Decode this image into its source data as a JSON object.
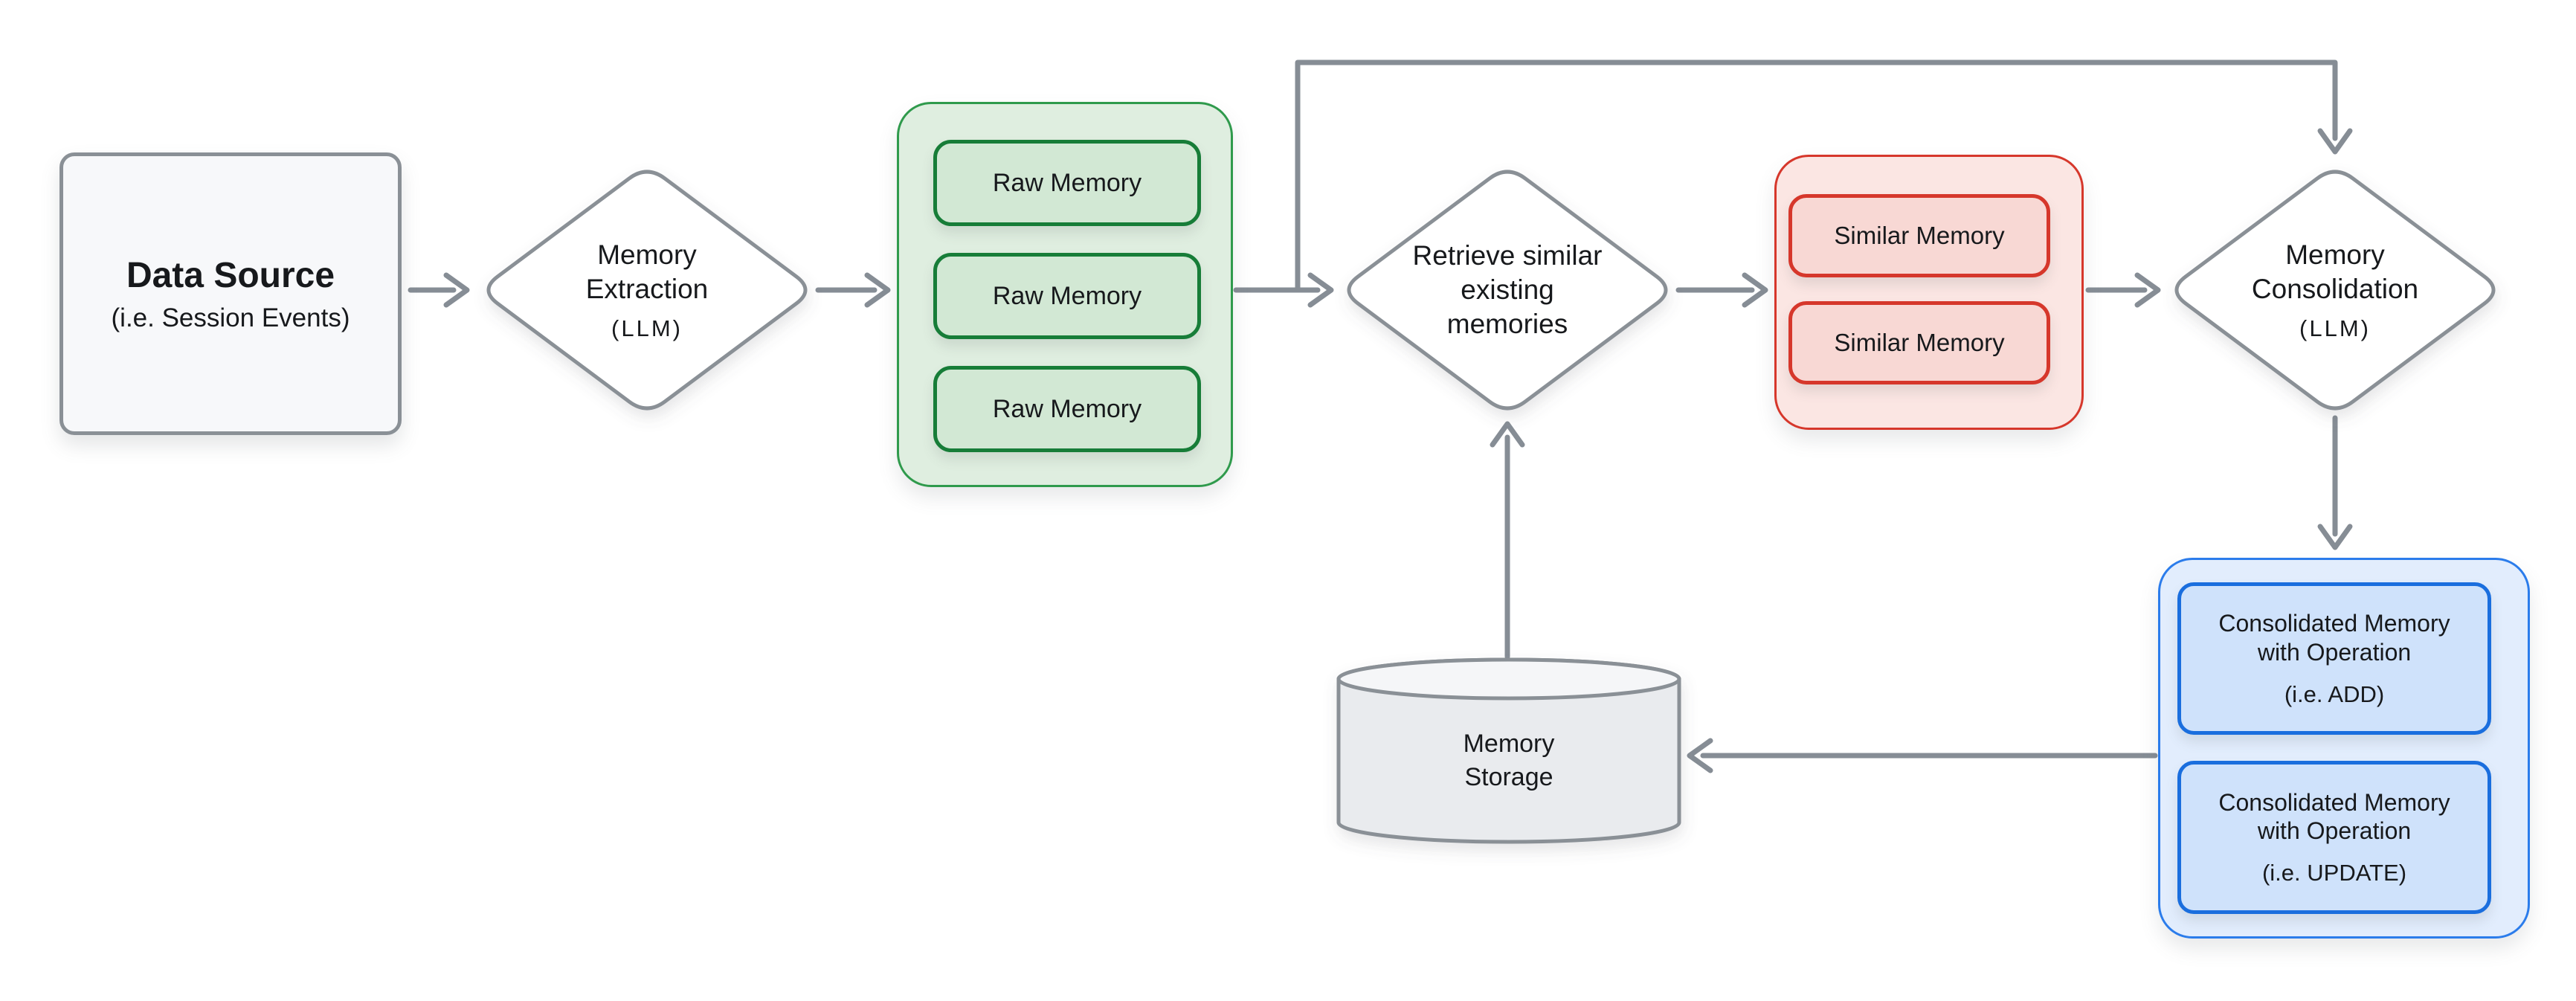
{
  "colors": {
    "line_gray": "#868d95",
    "node_border_gray": "#8a9096",
    "panel_gray_fill": "#f7f8fa",
    "green_border": "#2f9a4c",
    "green_border_dark": "#177d38",
    "green_fill_outer": "#dfeee0",
    "green_fill_inner": "#d2e8d4",
    "red_border": "#d6372b",
    "red_fill_outer": "#fbe6e3",
    "red_fill_inner": "#f8d8d4",
    "blue_border": "#2b7ceb",
    "blue_border_dark": "#1a6ede",
    "blue_fill_outer": "#e2edfd",
    "blue_fill_inner": "#cfe2fb",
    "cylinder_fill": "#e9ebee",
    "cylinder_top_fill": "#f5f6f8"
  },
  "nodes": {
    "data_source": {
      "title": "Data Source",
      "subtitle": "(i.e. Session Events)"
    },
    "memory_extraction": {
      "line1": "Memory",
      "line2": "Extraction",
      "subtitle": "(LLM)"
    },
    "raw_memory_group": {
      "items": [
        "Raw Memory",
        "Raw Memory",
        "Raw Memory"
      ]
    },
    "retrieve_memories": {
      "line1": "Retrieve similar",
      "line2": "existing",
      "line3": "memories"
    },
    "similar_memory_group": {
      "items": [
        "Similar Memory",
        "Similar Memory"
      ]
    },
    "memory_consolidation": {
      "line1": "Memory",
      "line2": "Consolidation",
      "subtitle": "(LLM)"
    },
    "consolidated_group": {
      "items": [
        {
          "line1": "Consolidated Memory",
          "line2": "with Operation",
          "subtitle": "(i.e. ADD)"
        },
        {
          "line1": "Consolidated Memory",
          "line2": "with Operation",
          "subtitle": "(i.e. UPDATE)"
        }
      ]
    },
    "memory_storage": {
      "line1": "Memory",
      "line2": "Storage"
    }
  }
}
